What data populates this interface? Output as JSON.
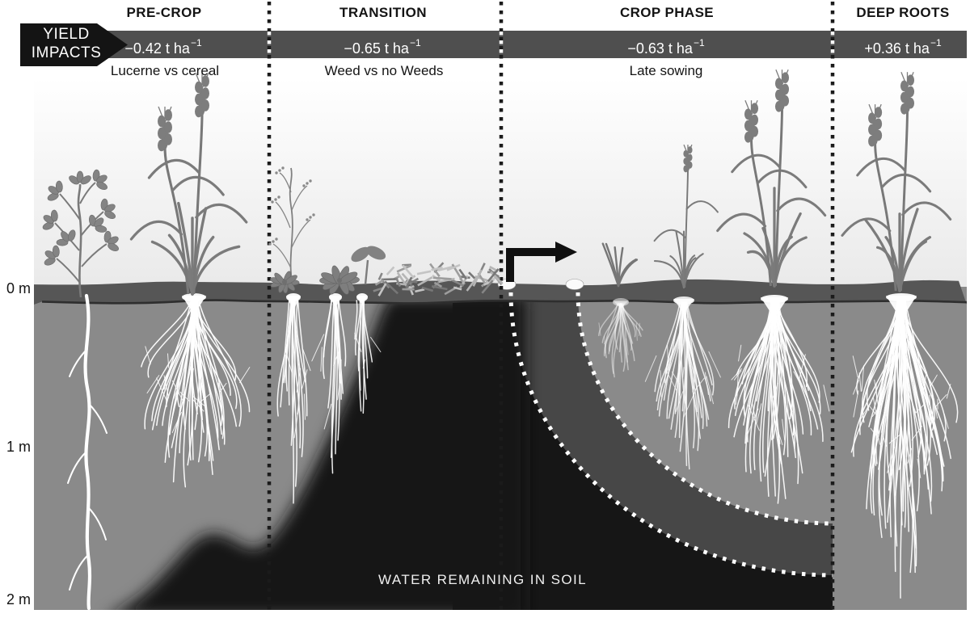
{
  "banner": {
    "line1": "YIELD",
    "line2": "IMPACTS"
  },
  "phases": [
    {
      "name": "PRE-CROP",
      "impact": "−0.42 t ha",
      "impact_sup": "−1",
      "note": "Lucerne vs cereal"
    },
    {
      "name": "TRANSITION",
      "impact": "−0.65 t ha",
      "impact_sup": "−1",
      "note": "Weed vs no Weeds"
    },
    {
      "name": "CROP PHASE",
      "impact": "−0.63 t ha",
      "impact_sup": "−1",
      "note": "Late sowing"
    },
    {
      "name": "DEEP ROOTS",
      "impact": "+0.36 t ha",
      "impact_sup": "−1",
      "note": ""
    }
  ],
  "depth_axis": {
    "labels": [
      "0 m",
      "1 m",
      "2 m"
    ]
  },
  "soil": {
    "water_label": "WATER REMAINING IN SOIL"
  },
  "colors": {
    "banner_band": "#4f4f4f",
    "banner_arrow": "#141414",
    "soil": "#8a8a8a",
    "surface_band": "#565656",
    "drying_zone": "#474747",
    "water_zone": "#161616",
    "root": "#ffffff"
  }
}
